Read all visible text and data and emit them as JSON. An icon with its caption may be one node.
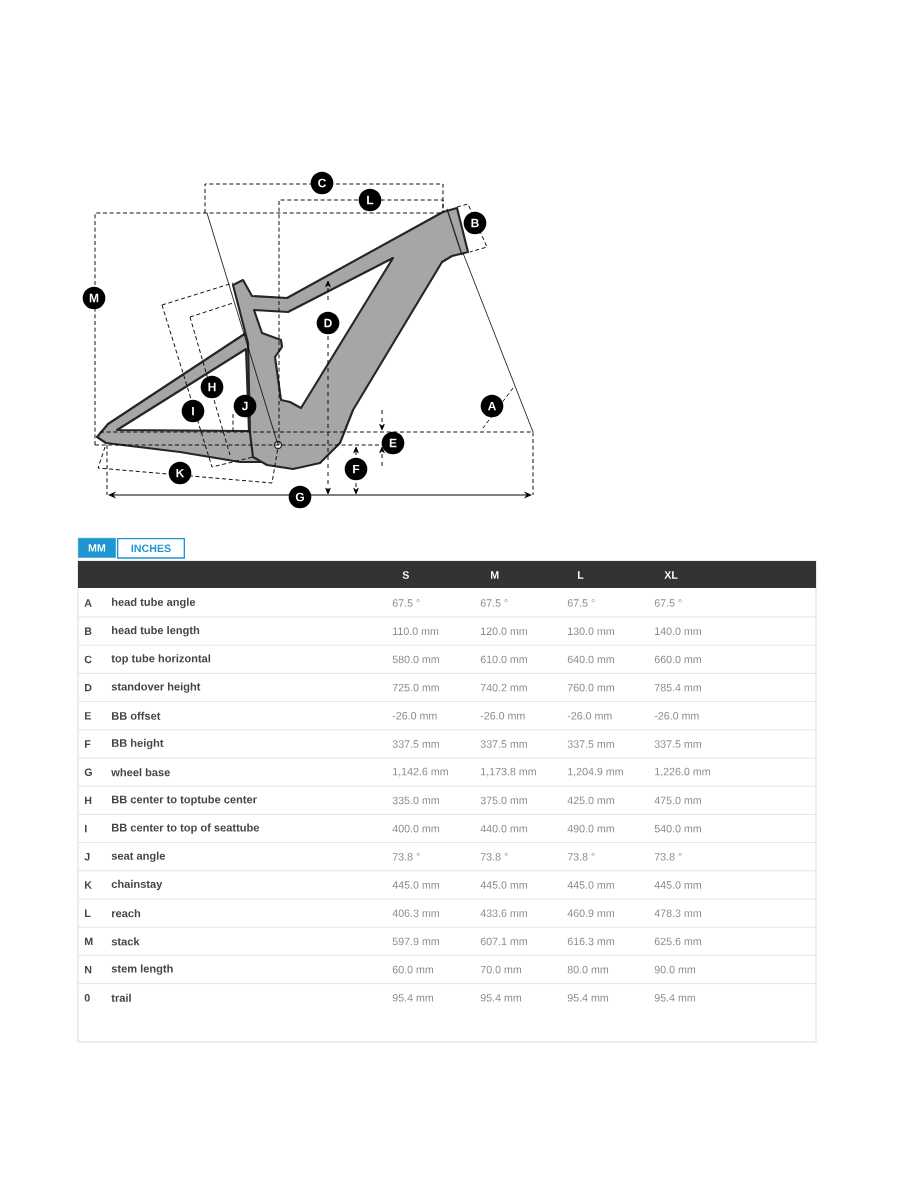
{
  "diagram": {
    "labels": [
      "C",
      "L",
      "B",
      "M",
      "D",
      "H",
      "I",
      "J",
      "A",
      "E",
      "F",
      "K",
      "G",
      "MM",
      "INCHES",
      "S",
      "M",
      "L",
      "XL",
      "A",
      "head tube angle",
      "67.5 °",
      "67.5 °",
      "67.5 °",
      "67.5 °",
      "B",
      "head tube length",
      "110.0 mm",
      "120.0 mm",
      "130.0 mm",
      "140.0 mm",
      "C",
      "top tube horizontal",
      "580.0 mm",
      "610.0 mm",
      "640.0 mm",
      "660.0 mm",
      "D",
      "standover height",
      "725.0 mm",
      "740.2 mm",
      "760.0 mm",
      "785.4 mm",
      "E",
      "BB offset",
      "-26.0 mm",
      "-26.0 mm",
      "-26.0 mm",
      "-26.0 mm",
      "F",
      "BB height",
      "337.5 mm",
      "337.5 mm",
      "337.5 mm",
      "337.5 mm",
      "G",
      "wheel base",
      "1,142.6 mm",
      "1,173.8 mm",
      "1,204.9 mm",
      "1,226.0 mm",
      "H",
      "BB center to toptube center",
      "335.0 mm",
      "375.0 mm",
      "425.0 mm",
      "475.0 mm",
      "I",
      "BB center to top of seattube",
      "400.0 mm",
      "440.0 mm",
      "490.0 mm",
      "540.0 mm",
      "J",
      "seat angle",
      "73.8 °",
      "73.8 °",
      "73.8 °",
      "73.8 °",
      "K",
      "chainstay",
      "445.0 mm",
      "445.0 mm",
      "445.0 mm",
      "445.0 mm",
      "L",
      "reach",
      "406.3 mm",
      "433.6 mm",
      "460.9 mm",
      "478.3 mm",
      "M",
      "stack",
      "597.9 mm",
      "607.1 mm",
      "616.3 mm",
      "625.6 mm",
      "N",
      "stem length",
      "60.0 mm",
      "70.0 mm",
      "80.0 mm",
      "90.0 mm",
      "0",
      "trail",
      "95.4 mm",
      "95.4 mm",
      "95.4 mm",
      "95.4 mm"
    ]
  }
}
